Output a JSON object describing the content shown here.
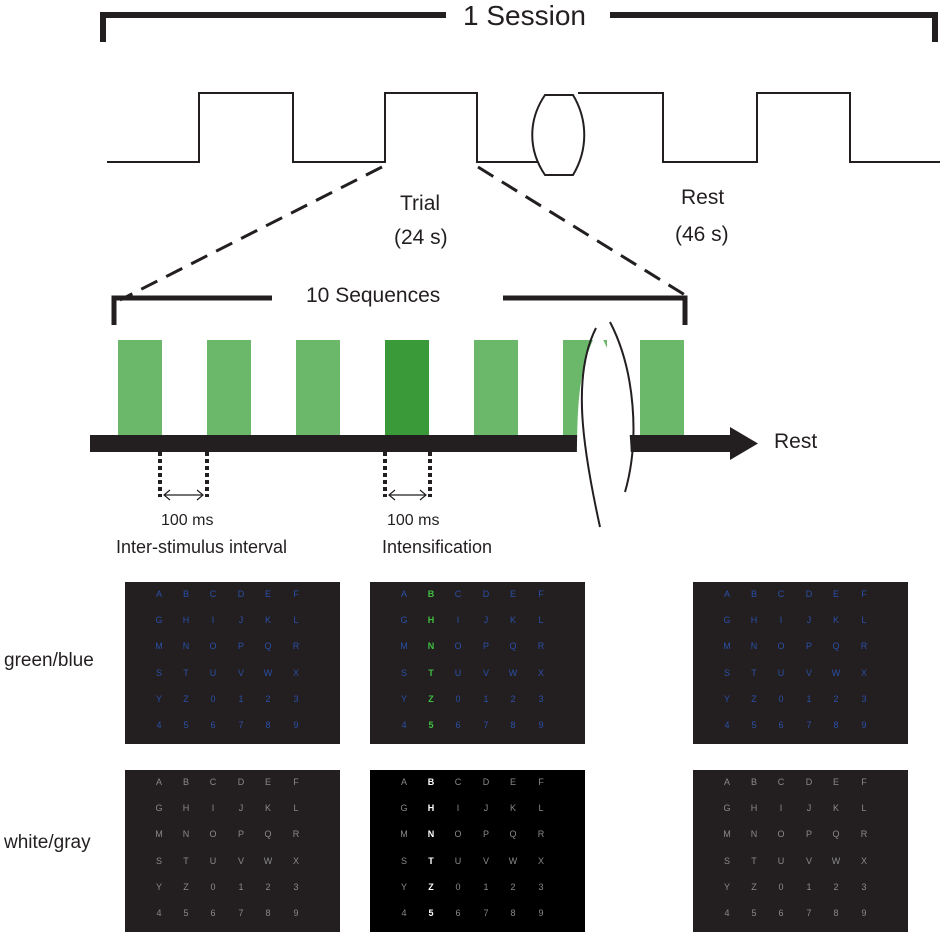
{
  "session": {
    "title": "1 Session",
    "trial_label": "Trial",
    "trial_duration": "(24 s)",
    "rest_label": "Rest",
    "rest_duration": "(46 s)"
  },
  "sequence": {
    "title": "10 Sequences",
    "rest_label": "Rest",
    "isi_value": "100 ms",
    "isi_label": "Inter-stimulus interval",
    "intens_value": "100 ms",
    "intens_label": "Intensification"
  },
  "rows": [
    {
      "label": "green/blue",
      "base_color": "#2a4fa8",
      "highlight_color": "#3fbf3f",
      "bg": "#231f20",
      "highlight_bg": "#231f20"
    },
    {
      "label": "white/gray",
      "base_color": "#8a8a8a",
      "highlight_color": "#ffffff",
      "bg": "#231f20",
      "highlight_bg": "#000000"
    }
  ],
  "matrix": [
    [
      "A",
      "B",
      "C",
      "D",
      "E",
      "F"
    ],
    [
      "G",
      "H",
      "I",
      "J",
      "K",
      "L"
    ],
    [
      "M",
      "N",
      "O",
      "P",
      "Q",
      "R"
    ],
    [
      "S",
      "T",
      "U",
      "V",
      "W",
      "X"
    ],
    [
      "Y",
      "Z",
      "0",
      "1",
      "2",
      "3"
    ],
    [
      "4",
      "5",
      "6",
      "7",
      "8",
      "9"
    ]
  ],
  "highlight_column": 1,
  "colors": {
    "stim": "#6bb86b",
    "stim_active": "#3a9a3a",
    "ink": "#231f20"
  }
}
